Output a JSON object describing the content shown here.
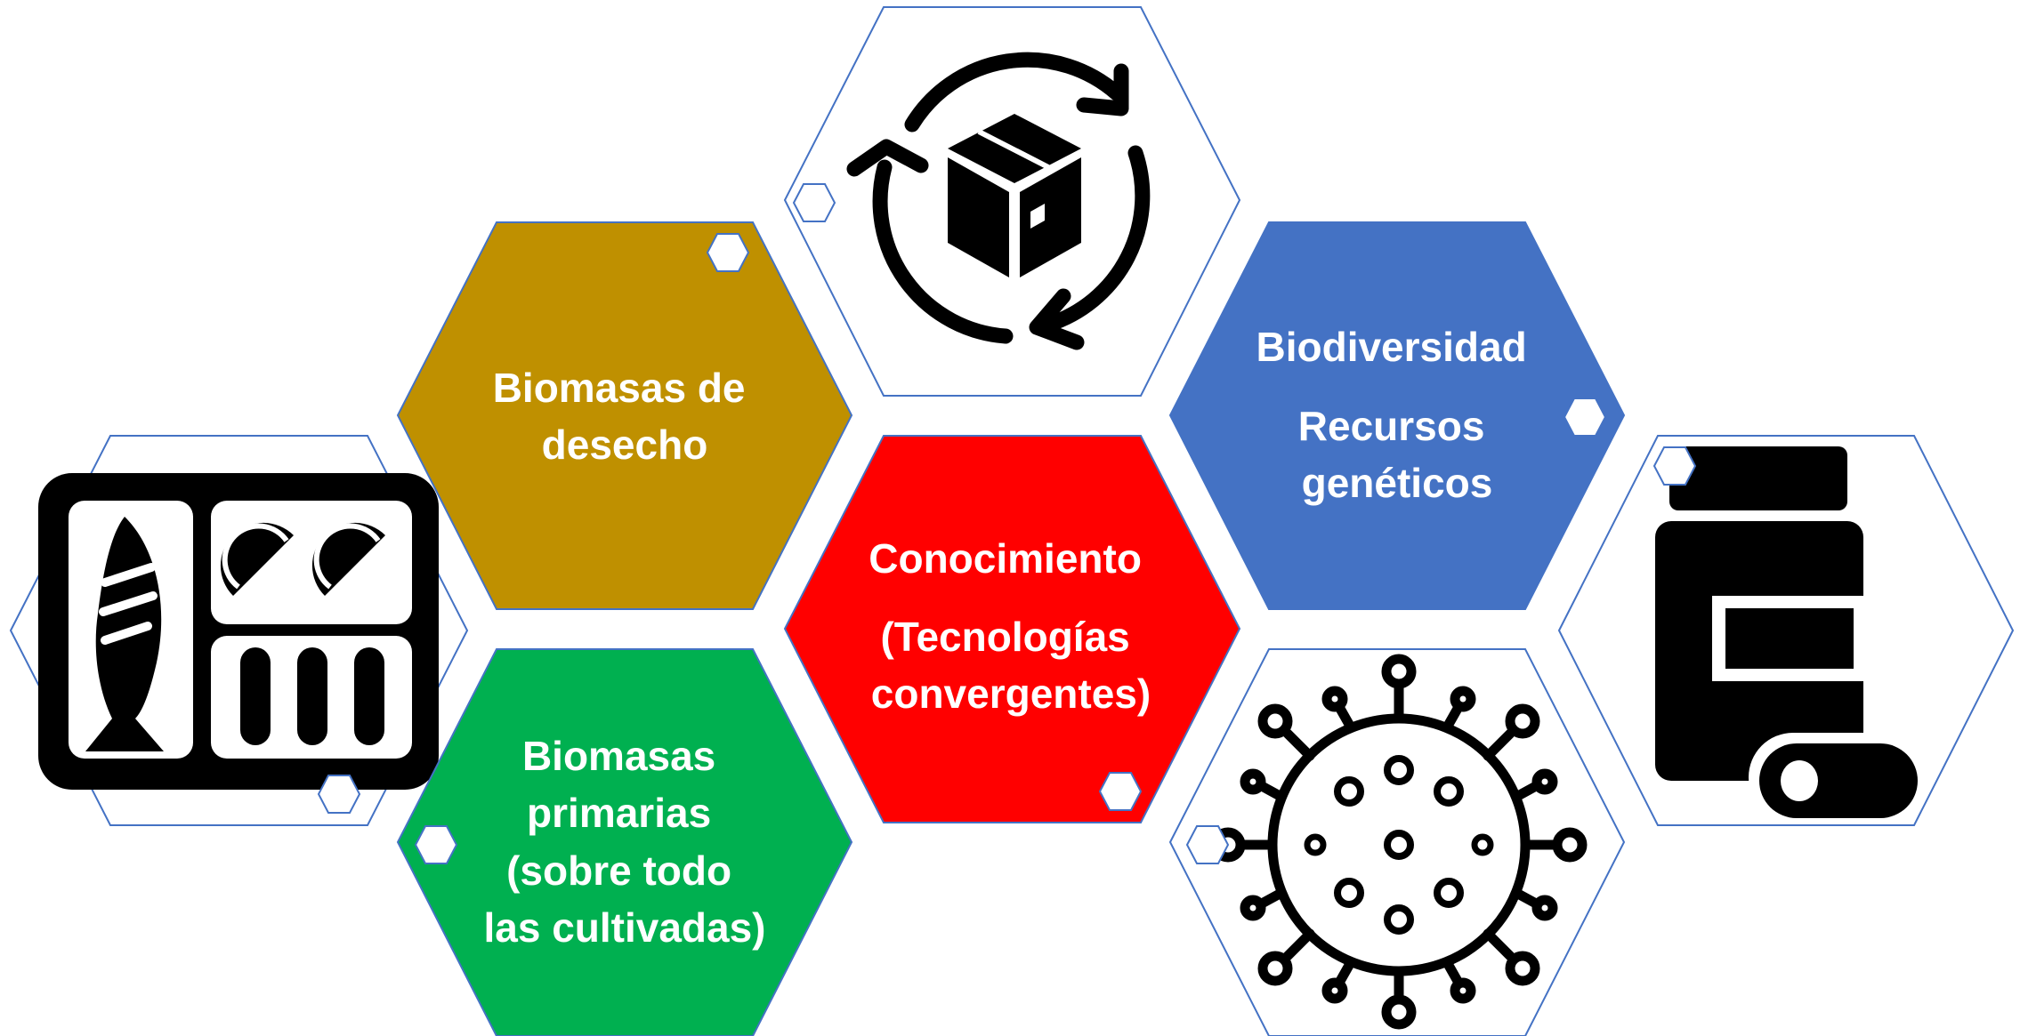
{
  "hexagons": {
    "waste": {
      "lines": [
        "Biomasas de",
        "desecho"
      ],
      "fill": "#BF9000"
    },
    "knowledge": {
      "lines": [
        "Conocimiento",
        "(Tecnologías",
        "convergentes)"
      ],
      "fill": "#FF0000"
    },
    "biodiversity": {
      "lines": [
        "Biodiversidad",
        "Recursos",
        "genéticos"
      ],
      "fill": "#4472C4"
    },
    "primary": {
      "lines": [
        "Biomasas",
        "primarias",
        "(sobre todo",
        "las cultivadas)"
      ],
      "fill": "#00B050"
    },
    "food_tray": {
      "icon": "food-tray-icon"
    },
    "recycle": {
      "icon": "recycle-box-icon"
    },
    "medicine": {
      "icon": "medicine-bottle-icon"
    },
    "virus": {
      "icon": "virus-icon"
    }
  },
  "colors": {
    "outline": "#4472C4",
    "text": "#ffffff",
    "icon": "#000000"
  }
}
